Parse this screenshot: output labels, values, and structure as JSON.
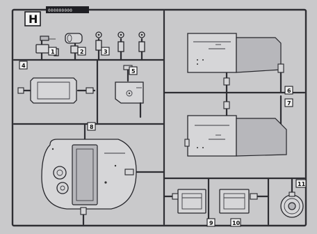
{
  "sprue": {
    "letter": "H",
    "code": "000000000"
  },
  "parts": [
    {
      "id": "part-1",
      "number": "1"
    },
    {
      "id": "part-2",
      "number": "2"
    },
    {
      "id": "part-3",
      "number": "3"
    },
    {
      "id": "part-4",
      "number": "4"
    },
    {
      "id": "part-5",
      "number": "5"
    },
    {
      "id": "part-6",
      "number": "6"
    },
    {
      "id": "part-7",
      "number": "7"
    },
    {
      "id": "part-8",
      "number": "8"
    },
    {
      "id": "part-9",
      "number": "9"
    },
    {
      "id": "part-10",
      "number": "10"
    },
    {
      "id": "part-11",
      "number": "11"
    }
  ]
}
